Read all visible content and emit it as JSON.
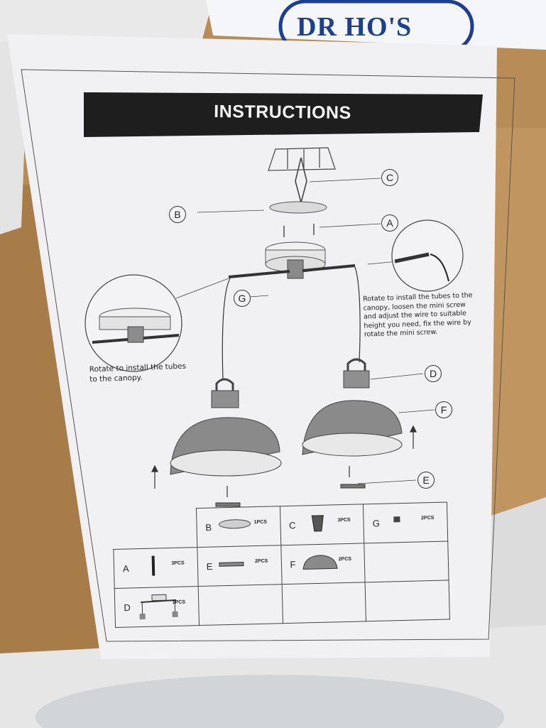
{
  "background": {
    "box_brand": "DR HO'S",
    "colors": {
      "cardboard": "#b88c56",
      "foam": "#ececec",
      "brand_blue": "#1d3f8f"
    }
  },
  "sheet": {
    "title": "INSTRUCTIONS",
    "callouts": [
      "A",
      "B",
      "C",
      "D",
      "E",
      "F",
      "G"
    ],
    "note_left": [
      "Rotate to install the tubes",
      "to the canopy."
    ],
    "note_right": [
      "Rotate to install the tubes to the",
      "canopy, loosen the mini screw",
      "and adjust the wire to suitable",
      "height you need, fix the wire by",
      "rotate the mini screw."
    ],
    "parts": [
      {
        "letter": "A",
        "qty": "3PCS"
      },
      {
        "letter": "B",
        "qty": "1PCS"
      },
      {
        "letter": "C",
        "qty": "3PCS"
      },
      {
        "letter": "D",
        "qty": "1PCS"
      },
      {
        "letter": "E",
        "qty": "2PCS"
      },
      {
        "letter": "F",
        "qty": "2PCS"
      },
      {
        "letter": "G",
        "qty": "2PCS"
      }
    ]
  }
}
